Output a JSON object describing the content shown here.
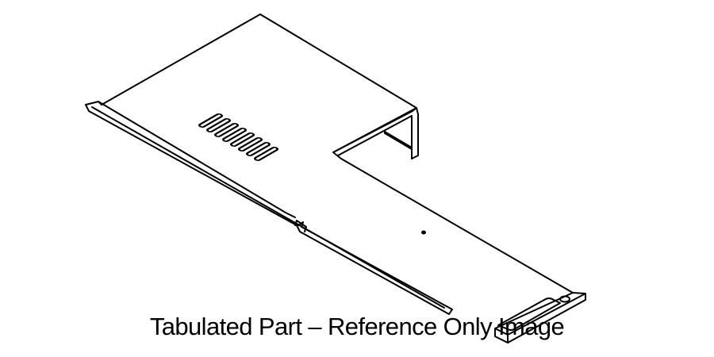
{
  "figure": {
    "type": "isometric part line drawing",
    "part_description": "sheet metal cover plate with vent slots, folded flange on the long edge, a bent tab bracket, mounting hole, and an end tab",
    "vent_slot_count": 8,
    "line_color": "#000000",
    "background_color": "#ffffff"
  },
  "caption": {
    "text": "Tabulated Part – Reference Only Image"
  }
}
